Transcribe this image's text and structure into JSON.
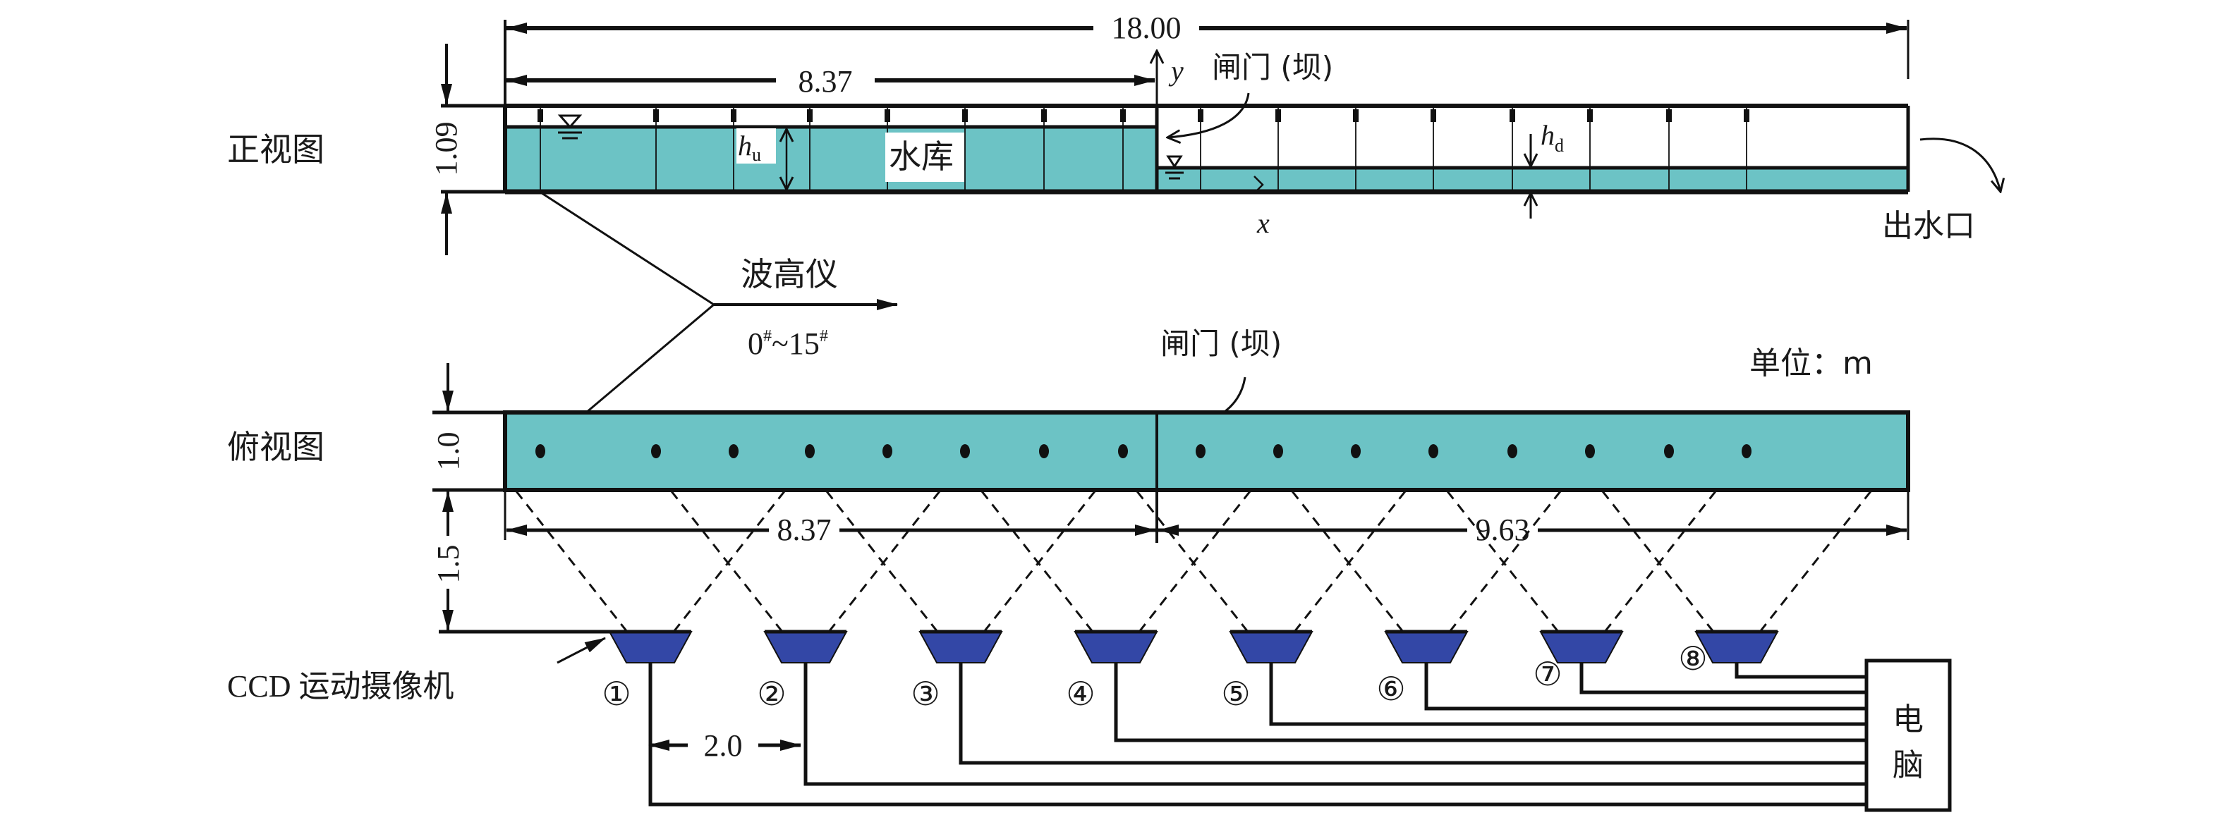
{
  "figure": {
    "views": {
      "front_view_label": "正视图",
      "top_view_label": "俯视图"
    },
    "dimensions": {
      "total_length": "18.00",
      "upstream_length": "8.37",
      "downstream_length": "9.63",
      "front_height": "1.09",
      "flume_width": "1.0",
      "camera_offset": "1.5",
      "camera_spacing": "2.0",
      "unit_label": "单位：m"
    },
    "labels": {
      "gate_dam": "闸门 (坝)",
      "gate_dam_top": "闸门 (坝)",
      "reservoir": "水库",
      "outlet": "出水口",
      "wave_gauge": "波高仪",
      "wave_gauge_range": "0#~15#",
      "wave_gauge_range_parts": {
        "start": "0",
        "sep": "~",
        "end": "15",
        "mark": "#"
      },
      "camera": "CCD 运动摄像机",
      "computer": [
        "电",
        "脑"
      ],
      "axis_x": "x",
      "axis_y": "y",
      "h_upstream": {
        "base": "h",
        "sub": "u"
      },
      "h_downstream": {
        "base": "h",
        "sub": "d"
      }
    },
    "cameras": [
      "①",
      "②",
      "③",
      "④",
      "⑤",
      "⑥",
      "⑦",
      "⑧"
    ],
    "wave_gauge_count": 16,
    "colors": {
      "water": "#6cc3c5",
      "camera": "#3347a6",
      "line": "#111111"
    }
  }
}
